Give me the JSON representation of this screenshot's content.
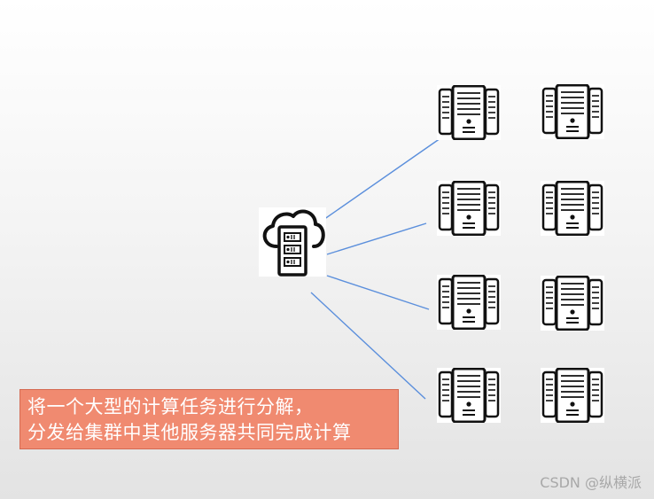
{
  "caption": {
    "line1": "将一个大型的计算任务进行分解，",
    "line2": "分发给集群中其他服务器共同完成计算"
  },
  "watermark": "CSDN @纵横派",
  "icons": {
    "master": "cloud-server-icon",
    "worker": "server-rack-icon"
  },
  "colors": {
    "connector": "#5b8fdc",
    "caption_bg": "#f08a70",
    "caption_text": "#ffffff",
    "icon": "#111111"
  },
  "worker_count": 8,
  "connected_workers": 4
}
